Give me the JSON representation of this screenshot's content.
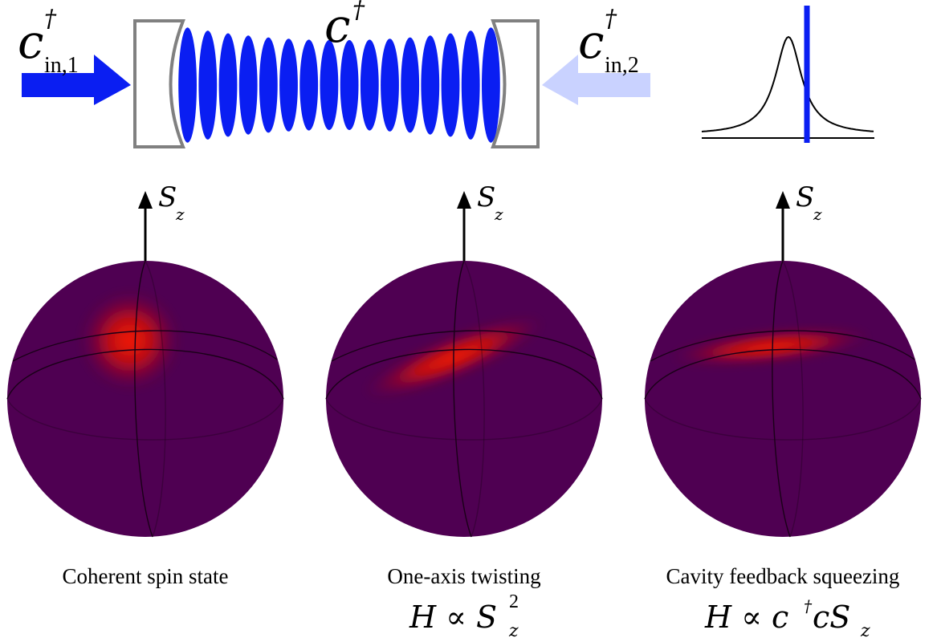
{
  "cavity": {
    "input1": {
      "symbol": "c",
      "superscript": "†",
      "subscript": "in,1"
    },
    "input2": {
      "symbol": "c",
      "superscript": "†",
      "subscript": "in,2"
    },
    "mode": {
      "symbol": "c",
      "superscript": "†"
    }
  },
  "axis_label": {
    "symbol": "S",
    "subscript": "z"
  },
  "panels": [
    {
      "caption": "Coherent spin state"
    },
    {
      "caption": "One-axis twisting",
      "hamiltonian": {
        "prefix": "H ∝ S",
        "subscript": "z",
        "superscript": "2"
      }
    },
    {
      "caption": "Cavity feedback squeezing",
      "hamiltonian": {
        "prefix": "H ∝ c",
        "dagger": "†",
        "middle": "cS",
        "subscript": "z"
      }
    }
  ],
  "colors": {
    "beam": "#0a1ef2",
    "beam_reflected": "#c9d2ff",
    "mirror": "#808080",
    "sphere": "#4f0052",
    "distribution": "#ff1a00",
    "probe_line": "#0a1ef2"
  }
}
